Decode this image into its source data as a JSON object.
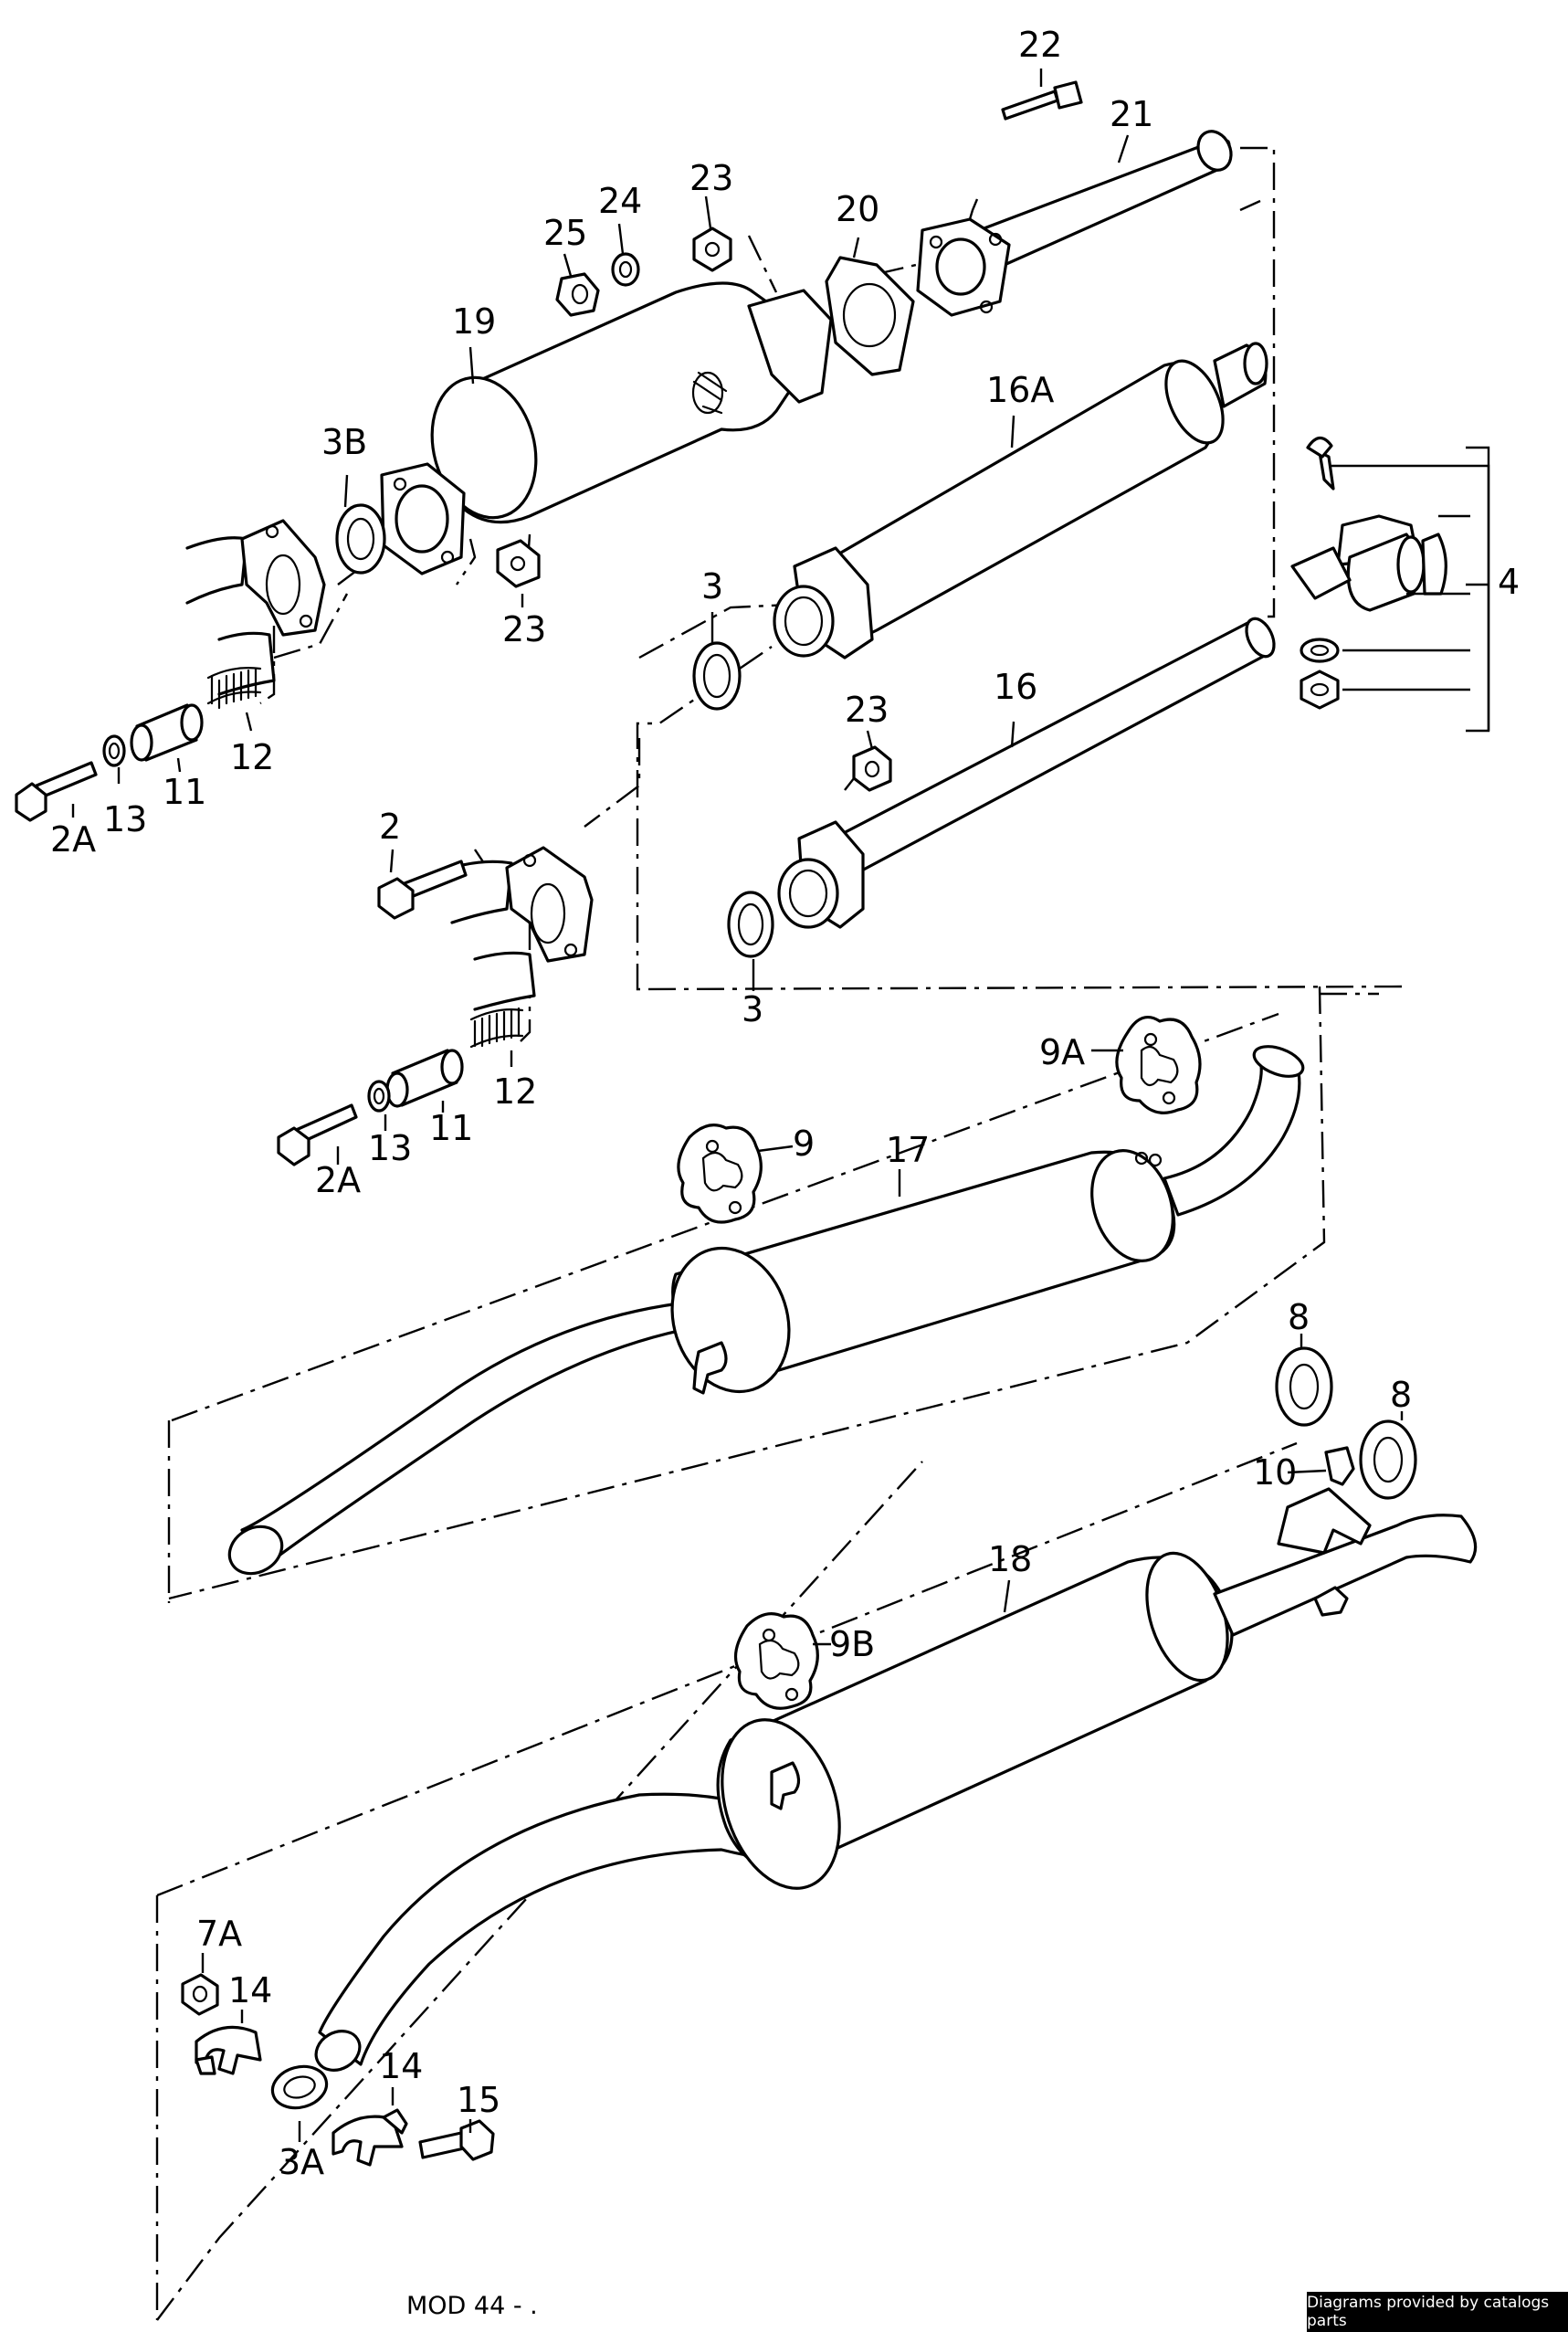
{
  "labels": {
    "p22": "22",
    "p21": "21",
    "p23a": "23",
    "p24": "24",
    "p25": "25",
    "p20": "20",
    "p19": "19",
    "p16a": "16A",
    "p3b": "3B",
    "p23b": "23",
    "p4": "4",
    "p3a_top": "3",
    "p12a": "12",
    "p11a": "11",
    "p13a": "13",
    "p2a_a": "2A",
    "p23c": "23",
    "p16": "16",
    "p2": "2",
    "p3_low": "3",
    "p12b": "12",
    "p11b": "11",
    "p13b": "13",
    "p2a_b": "2A",
    "p9a": "9A",
    "p9": "9",
    "p17": "17",
    "p8a": "8",
    "p8b": "8",
    "p10": "10",
    "p18": "18",
    "p9b": "9B",
    "p7a": "7A",
    "p14a": "14",
    "p14b": "14",
    "p15": "15",
    "p3a": "3A"
  },
  "footer": {
    "model_code": "MOD 44 - .",
    "credit": "Diagrams provided by catalogs parts"
  }
}
